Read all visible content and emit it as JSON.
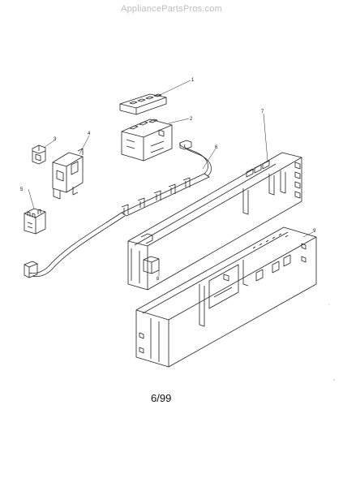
{
  "watermark": "AppliancePartsPros.com",
  "callouts": [
    "1",
    "2",
    "3",
    "4",
    "5",
    "6",
    "7",
    "8",
    "9"
  ],
  "footer_code": "6/99",
  "colors": {
    "line": "#222222",
    "watermark": "#bdbdbd",
    "background": "#ffffff"
  }
}
